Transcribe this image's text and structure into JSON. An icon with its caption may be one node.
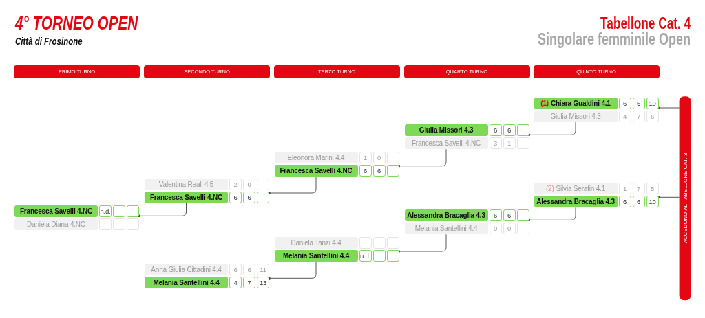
{
  "diagram": {
    "title": "4° TORNEO OPEN",
    "nodes": [
      {
        "text": [
          "PRIMO TURNO"
        ]
      },
      {
        "text": [
          "SECONDO TURNO"
        ]
      },
      {
        "text": [
          "TERZO TURNO"
        ]
      },
      {
        "text": [
          "QUARTO TURNO"
        ]
      },
      {
        "text": [
          "QUINTO TURNO"
        ]
      },
      {
        "text": [
          "Francesca Savelli 4.NC"
        ]
      },
      {
        "text": [
          "n.d."
        ]
      },
      {
        "text": [],
        "shape": "box"
      },
      {
        "text": [],
        "shape": "box"
      },
      {
        "text": [
          "Daniela Diana 4.NC"
        ]
      },
      {
        "text": [],
        "shape": "box"
      },
      {
        "text": [],
        "shape": "box"
      },
      {
        "text": [],
        "shape": "box"
      },
      {
        "text": [
          "Valentina Reali 4.5"
        ]
      },
      {
        "text": [
          "2"
        ]
      },
      {
        "text": [
          "0"
        ]
      },
      {
        "text": [],
        "shape": "box"
      },
      {
        "text": [
          "Francesca Savelli 4.NC"
        ]
      },
      {
        "text": [
          "6"
        ]
      },
      {
        "text": [
          "6"
        ]
      },
      {
        "text": [],
        "shape": "box"
      },
      {
        "text": [
          "Anna Giulia Cittadini 4.4"
        ]
      },
      {
        "text": [
          "6"
        ]
      },
      {
        "text": [
          "6"
        ]
      },
      {
        "text": [
          "11"
        ]
      },
      {
        "text": [
          "Melania Santellini 4.4"
        ]
      },
      {
        "text": [
          "4"
        ]
      },
      {
        "text": [
          "7"
        ]
      },
      {
        "text": [
          "13"
        ]
      },
      {
        "text": [
          "Eleonora Marini 4.4"
        ]
      },
      {
        "text": [
          "1"
        ]
      },
      {
        "text": [
          "0"
        ]
      },
      {
        "text": [],
        "shape": "box"
      },
      {
        "text": [
          "Francesca Savelli 4.NC"
        ]
      },
      {
        "text": [
          "6"
        ]
      },
      {
        "text": [
          "6"
        ]
      },
      {
        "text": [],
        "shape": "box"
      },
      {
        "text": [
          "Daniela Tanzi 4.4"
        ]
      },
      {
        "text": [],
        "shape": "box"
      },
      {
        "text": [],
        "shape": "box"
      },
      {
        "text": [],
        "shape": "box"
      },
      {
        "text": [
          "Melania Santellini 4.4"
        ]
      },
      {
        "text": [
          "n.d."
        ]
      },
      {
        "text": [],
        "shape": "box"
      },
      {
        "text": [],
        "shape": "box"
      },
      {
        "text": [
          "Giulia Missori 4.3"
        ]
      },
      {
        "text": [
          "6"
        ]
      },
      {
        "text": [
          "6"
        ]
      },
      {
        "text": [],
        "shape": "box"
      },
      {
        "text": [
          "Francesca Savelli 4.NC"
        ]
      },
      {
        "text": [
          "3"
        ]
      },
      {
        "text": [
          "1"
        ]
      },
      {
        "text": [],
        "shape": "box"
      },
      {
        "text": [
          "Alessandra Bracaglia 4.3"
        ]
      },
      {
        "text": [
          "6"
        ]
      },
      {
        "text": [
          "6"
        ]
      },
      {
        "text": [],
        "shape": "box"
      },
      {
        "text": [
          "Melania Santellini 4.4"
        ]
      },
      {
        "text": [
          "0"
        ]
      },
      {
        "text": [
          "0"
        ]
      },
      {
        "text": [],
        "shape": "box"
      },
      {
        "text": [
          "(1)",
          "Chiara Gualdini 4.1"
        ]
      },
      {
        "text": [
          "6"
        ]
      },
      {
        "text": [
          "5"
        ]
      },
      {
        "text": [
          "10"
        ]
      },
      {
        "text": [
          "Giulia Missori 4.3"
        ]
      },
      {
        "text": [
          "4"
        ]
      },
      {
        "text": [
          "7"
        ]
      },
      {
        "text": [
          "6"
        ]
      },
      {
        "text": [
          "(2)",
          "Silvia Serafin 4.1"
        ]
      },
      {
        "text": [
          "1"
        ]
      },
      {
        "text": [
          "7"
        ]
      },
      {
        "text": [
          "5"
        ]
      },
      {
        "text": [
          "Alessandra Bracaglia 4.3"
        ]
      },
      {
        "text": [
          "6"
        ]
      },
      {
        "text": [
          "6"
        ]
      },
      {
        "text": [
          "10"
        ]
      },
      {
        "text": [
          "ACCEDONO AL TABELLONE CAT. 3"
        ]
      }
    ],
    "edges": [
      {
        "from": 8,
        "to": 17,
        "arrow": "other"
      },
      {
        "from": 20,
        "to": 33,
        "arrow": "other"
      },
      {
        "from": 28,
        "to": 41,
        "arrow": "other"
      },
      {
        "from": 36,
        "to": 49,
        "arrow": "other"
      },
      {
        "from": 44,
        "to": 57,
        "arrow": "other"
      },
      {
        "from": 48,
        "to": 65,
        "arrow": "other"
      },
      {
        "from": 56,
        "to": 73,
        "arrow": "other"
      },
      {
        "from": 64,
        "to": 77,
        "arrow": "other"
      },
      {
        "from": 76,
        "to": 77,
        "arrow": "other"
      }
    ],
    "labels": [
      "Città di Frosinone",
      "Tabellone Cat. 4",
      "Singolare femminile Open"
    ]
  }
}
